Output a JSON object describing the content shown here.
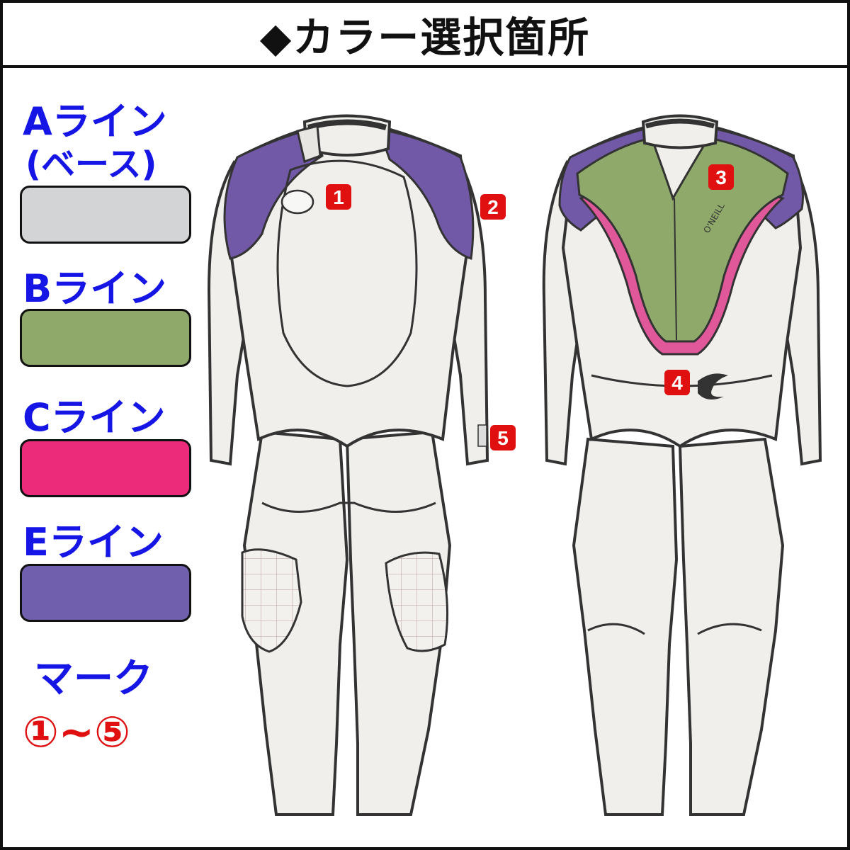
{
  "title": "◆カラー選択箇所",
  "legend": [
    {
      "label": "Aライン",
      "sub": "(ベース)",
      "color": "#d3d4d6"
    },
    {
      "label": "Bライン",
      "sub": "",
      "color": "#8ea96a"
    },
    {
      "label": "Cライン",
      "sub": "",
      "color": "#ec2b7b"
    },
    {
      "label": "Eライン",
      "sub": "",
      "color": "#6f5fad"
    }
  ],
  "mark": {
    "label": "マーク",
    "range": "①~⑤"
  },
  "colors": {
    "base": "#f0efeb",
    "outline": "#333333",
    "b_line": "#8ea96a",
    "c_line": "#e0579a",
    "e_line": "#7259a8",
    "badge": "#e01010",
    "text_blue": "#1515e6"
  },
  "markers": [
    {
      "num": "1"
    },
    {
      "num": "2"
    },
    {
      "num": "3"
    },
    {
      "num": "4"
    },
    {
      "num": "5"
    }
  ],
  "logo_text": "O'NEILL"
}
